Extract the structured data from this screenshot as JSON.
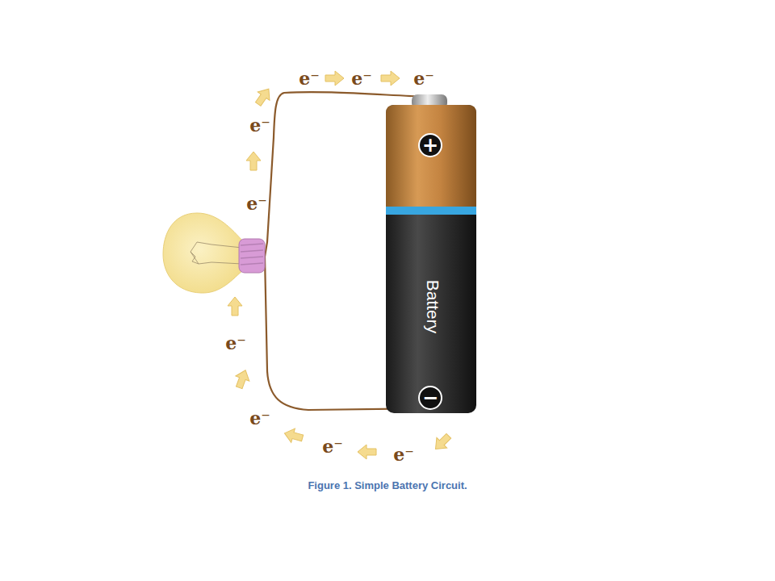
{
  "diagram": {
    "caption": "Figure 1. Simple Battery Circuit.",
    "nodes": [
      {
        "text": [
          "+",
          "Battery",
          "−"
        ]
      }
    ],
    "labels": [
      "e⁻",
      "e⁻",
      "e⁻",
      "e⁻",
      "e⁻",
      "e⁻",
      "e⁻",
      "e⁻",
      "e⁻"
    ]
  }
}
